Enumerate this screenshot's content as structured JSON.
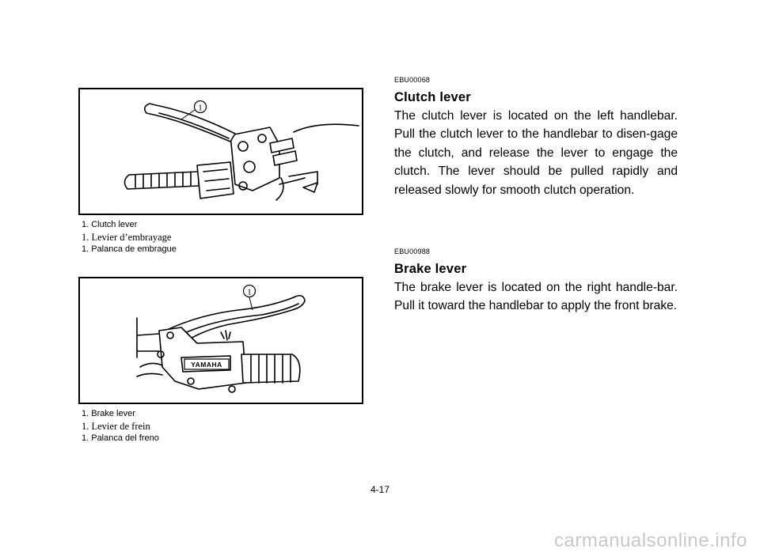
{
  "figures": {
    "clutch": {
      "callout": "1",
      "captions": [
        "1.  Clutch lever",
        "1.  Levier d’embrayage",
        "1.  Palanca de embrague"
      ]
    },
    "brake": {
      "callout": "1",
      "logo_text": "YAMAHA",
      "captions": [
        "1.  Brake lever",
        "1.  Levier de frein",
        "1.  Palanca del freno"
      ]
    }
  },
  "sections": {
    "clutch": {
      "code": "EBU00068",
      "title": "Clutch lever",
      "body": "The clutch lever is located on the left handlebar. Pull the clutch lever to the handlebar to disen-gage the clutch, and release the lever to engage the clutch. The lever should be pulled rapidly and released slowly for smooth clutch operation."
    },
    "brake": {
      "code": "EBU00988",
      "title": "Brake lever",
      "body": "The brake lever is located on the right handle-bar. Pull it toward the handlebar to apply the front brake."
    }
  },
  "page_number": "4-17",
  "watermark": "carmanualsonline.info"
}
